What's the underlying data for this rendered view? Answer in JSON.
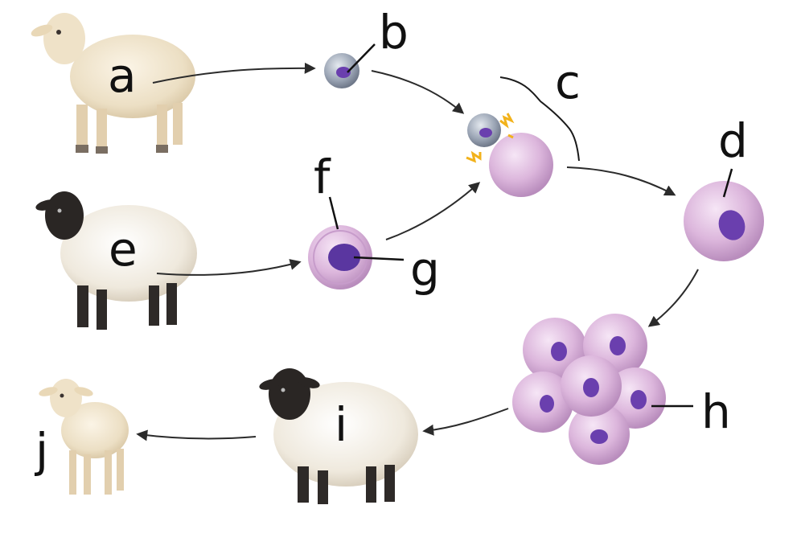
{
  "labels": {
    "a": "a",
    "b": "b",
    "c": "c",
    "d": "d",
    "e": "e",
    "f": "f",
    "g": "g",
    "h": "h",
    "i": "i",
    "j": "j"
  },
  "colors": {
    "white_wool": "#efe3cc",
    "white_wool_shade": "#d9c8a8",
    "black_face": "#2a2624",
    "cream_wool": "#f1ece2",
    "cell_pink": "#dcb6dc",
    "cell_pink_dark": "#b98dbd",
    "nucleus": "#6a3fae",
    "small_cell_grey": "#9aa4b4",
    "spark": "#f2b21b",
    "arrow": "#2b2b2b"
  }
}
